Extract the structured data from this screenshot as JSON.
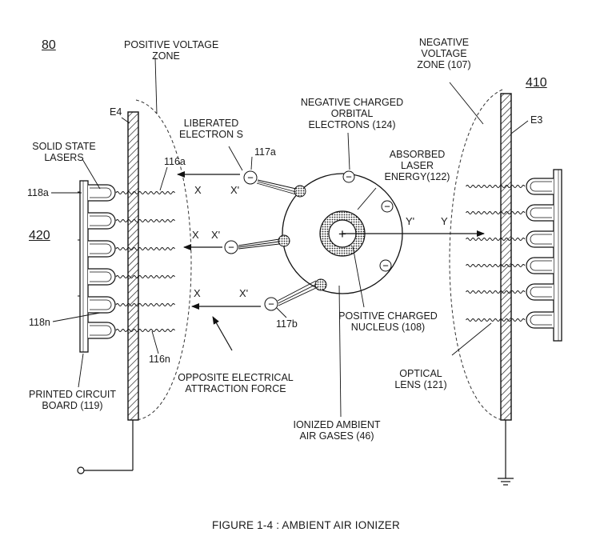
{
  "figure": {
    "ref_80": "80",
    "ref_410": "410",
    "ref_420": "420",
    "caption": "FIGURE 1-4 : AMBIENT AIR IONIZER"
  },
  "labels": {
    "positive_zone": [
      "POSITIVE VOLTAGE",
      "ZONE"
    ],
    "negative_zone": [
      "NEGATIVE",
      "VOLTAGE",
      "ZONE (107)"
    ],
    "neg_orbital": [
      "NEGATIVE CHARGED",
      "ORBITAL",
      "ELECTRONS (124)"
    ],
    "liberated": [
      "LIBERATED",
      "ELECTRON S"
    ],
    "absorbed": [
      "ABSORBED",
      "LASER",
      "ENERGY(122)"
    ],
    "solid_state": [
      "SOLID STATE",
      "LASERS"
    ],
    "positive_nucleus": [
      "POSITIVE CHARGED",
      "NUCLEUS (108)"
    ],
    "opposite_force": [
      "OPPOSITE ELECTRICAL",
      "ATTRACTION FORCE"
    ],
    "ionized_air": [
      "IONIZED AMBIENT",
      "AIR GASES (46)"
    ],
    "pcb": [
      "PRINTED CIRCUIT",
      "BOARD (119)"
    ],
    "optical_lens": [
      "OPTICAL",
      "LENS (121)"
    ]
  },
  "refs": {
    "e4": "E4",
    "e3": "E3",
    "r116a": "116a",
    "r116n": "116n",
    "r117a": "117a",
    "r117b": "117b",
    "r118a": "118a",
    "r118n": "118n"
  },
  "axes": {
    "x": "X",
    "xp": "X'",
    "y": "Y",
    "yp": "Y'"
  },
  "symbols": {
    "minus": "−",
    "plus": "+"
  }
}
